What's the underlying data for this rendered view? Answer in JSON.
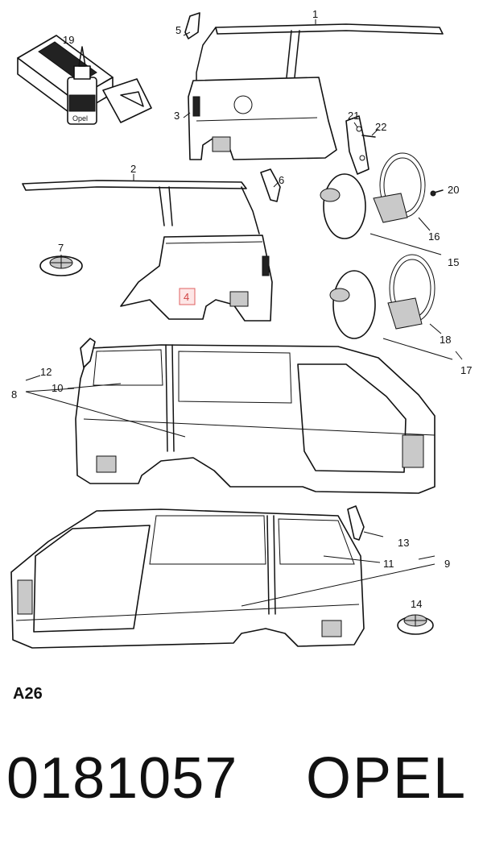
{
  "diagram": {
    "callouts": [
      "1",
      "2",
      "3",
      "4",
      "5",
      "6",
      "7",
      "8",
      "9",
      "10",
      "11",
      "12",
      "13",
      "14",
      "15",
      "16",
      "17",
      "18",
      "19",
      "20",
      "21",
      "22"
    ],
    "highlighted_callout": "4",
    "highlight_color": "#e06060",
    "packaging_text": "Opel"
  },
  "footer": {
    "diagram_code": "A26",
    "part_number": "0181057",
    "brand": "OPEL"
  }
}
